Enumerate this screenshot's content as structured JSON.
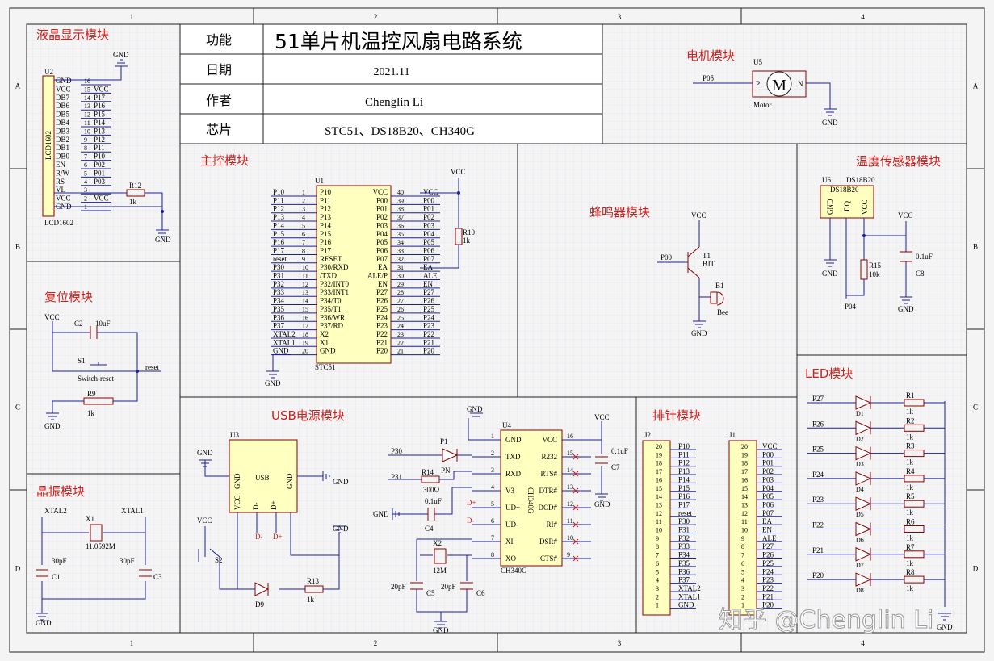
{
  "border": {
    "columns": [
      "1",
      "2",
      "3",
      "4"
    ],
    "rows": [
      "A",
      "B",
      "C",
      "D"
    ]
  },
  "title_block": {
    "labels": [
      "功能",
      "日期",
      "作者",
      "芯片"
    ],
    "title": "51单片机温控风扇电路系统",
    "date": "2021.11",
    "author": "Chenglin Li",
    "chips": "STC51、DS18B20、CH340G"
  },
  "modules": {
    "lcd": "液晶显示模块",
    "main": "主控模块",
    "reset": "复位模块",
    "crystal": "晶振模块",
    "usb": "USB电源模块",
    "motor": "电机模块",
    "buzzer": "蜂鸣器模块",
    "temp": "温度传感器模块",
    "led": "LED模块",
    "header": "排针模块"
  },
  "lcd": {
    "ref": "U2",
    "name": "LCD1602",
    "footer": "LCD1602",
    "pins": [
      "GND",
      "VCC",
      "DB7",
      "DB6",
      "DB5",
      "DB4",
      "DB3",
      "DB2",
      "DB1",
      "DB0",
      "EN",
      "R/W",
      "RS",
      "VL",
      "VCC",
      "GND"
    ],
    "pin_nums": [
      "16",
      "15",
      "14",
      "13",
      "12",
      "11",
      "10",
      "9",
      "8",
      "7",
      "6",
      "5",
      "4",
      "3",
      "2",
      "1"
    ],
    "nets": [
      "",
      "VCC",
      "P17",
      "P16",
      "P15",
      "P14",
      "P13",
      "P12",
      "P11",
      "P10",
      "P02",
      "P01",
      "P03",
      "",
      "VCC",
      ""
    ],
    "r_ref": "R12",
    "r_val": "1k",
    "gnd": "GND"
  },
  "mcu": {
    "ref": "U1",
    "name": "STC51",
    "left_nets": [
      "P10",
      "P11",
      "P12",
      "P13",
      "P14",
      "P15",
      "P16",
      "P17",
      "reset",
      "P30",
      "P31",
      "P32",
      "P33",
      "P34",
      "P35",
      "P36",
      "P37",
      "XTAL2",
      "XTAL1",
      "GND"
    ],
    "left_pins": [
      "P10",
      "P11",
      "P12",
      "P13",
      "P14",
      "P15",
      "P16",
      "P17",
      "RESET",
      "P30/RXD",
      "/TXD",
      "P32/INT0",
      "P33/INT1",
      "P34/T0",
      "P35/T1",
      "P36/WR",
      "P37/RD",
      "X2",
      "X1",
      "GND"
    ],
    "left_nums": [
      "1",
      "2",
      "3",
      "4",
      "5",
      "6",
      "7",
      "8",
      "9",
      "10",
      "11",
      "12",
      "13",
      "14",
      "15",
      "16",
      "17",
      "18",
      "19",
      "20"
    ],
    "right_pins": [
      "VCC",
      "P00",
      "P01",
      "P02",
      "P03",
      "P04",
      "P05",
      "P06",
      "P07",
      "EA",
      "ALE/P",
      "EN",
      "P27",
      "P26",
      "P25",
      "P24",
      "P23",
      "P22",
      "P21",
      "P20"
    ],
    "right_nums": [
      "40",
      "39",
      "38",
      "37",
      "36",
      "35",
      "34",
      "33",
      "32",
      "31",
      "30",
      "29",
      "28",
      "27",
      "26",
      "25",
      "24",
      "23",
      "22",
      "21"
    ],
    "right_nets": [
      "VCC",
      "P00",
      "P01",
      "P02",
      "P03",
      "P04",
      "P05",
      "P06",
      "P07",
      "EA",
      "ALE",
      "EN",
      "P27",
      "P26",
      "P25",
      "P24",
      "P23",
      "P22",
      "P21",
      "P20"
    ],
    "r_ref": "R10",
    "r_val": "1k",
    "vcc": "VCC",
    "gnd": "GND"
  },
  "reset": {
    "vcc": "VCC",
    "c_ref": "C2",
    "c_val": "10uF",
    "sw_ref": "S1",
    "sw_name": "Switch-reset",
    "net": "reset",
    "r_ref": "R9",
    "r_val": "1k",
    "gnd": "GND"
  },
  "crystal": {
    "xtal2": "XTAL2",
    "xtal1": "XTAL1",
    "x_ref": "X1",
    "x_val": "11.0592M",
    "c1_val": "30pF",
    "c1_ref": "C1",
    "c3_val": "30pF",
    "c3_ref": "C3",
    "gnd": "GND"
  },
  "motor": {
    "ref": "U5",
    "net": "P05",
    "label": "M",
    "name": "Motor",
    "p": "P",
    "n": "N",
    "gnd": "GND"
  },
  "buzzer": {
    "vcc": "VCC",
    "net": "P00",
    "t_ref": "T1",
    "t_name": "BJT",
    "b_ref": "B1",
    "b_name": "Bee",
    "gnd": "GND"
  },
  "temp": {
    "ref": "U6",
    "name": "DS18B20",
    "inner": "DS18B20",
    "pins": [
      "GND",
      "DQ",
      "VCC"
    ],
    "r_ref": "R15",
    "r_val": "10k",
    "c_ref": "C8",
    "c_val": "0.1uF",
    "net": "P04",
    "vcc": "VCC",
    "gnd": "GND"
  },
  "usb": {
    "ref": "U3",
    "name": "USB",
    "pins": [
      "VCC",
      "GND",
      "D-",
      "D+",
      "GND"
    ],
    "gnd": "GND",
    "vcc": "VCC",
    "s_ref": "S2",
    "d_ref": "D9",
    "r_ref": "R13",
    "r_val": "1k",
    "dm": "D-",
    "dp": "D+"
  },
  "ch340": {
    "ref": "U4",
    "name": "CH340G",
    "side_name": "CH340G",
    "left_pins": [
      "GND",
      "TXD",
      "RXD",
      "V3",
      "UD+",
      "UD-",
      "XI",
      "XO"
    ],
    "left_nums": [
      "1",
      "2",
      "3",
      "4",
      "5",
      "6",
      "7",
      "8"
    ],
    "right_pins": [
      "VCC",
      "R232",
      "RTS#",
      "DTR#",
      "DCD#",
      "RI#",
      "DSR#",
      "CTS#"
    ],
    "right_nums": [
      "16",
      "15",
      "14",
      "13",
      "12",
      "11",
      "10",
      "9"
    ],
    "p30": "P30",
    "p31": "P31",
    "p1_ref": "P1",
    "r14_ref": "R14",
    "r14_val": "300Ω",
    "pn": "PN",
    "c4_ref": "C4",
    "c4_val": "0.1uF",
    "x2_ref": "X2",
    "x2_val": "12M",
    "c5_val": "20pF",
    "c5_ref": "C5",
    "c6_val": "20pF",
    "c6_ref": "C6",
    "c7_ref": "C7",
    "c7_val": "0.1uF",
    "dp": "D+",
    "dm": "D-",
    "gnd": "GND",
    "vcc": "VCC"
  },
  "headers": {
    "j2_ref": "J2",
    "j1_ref": "J1",
    "nums": [
      "20",
      "19",
      "18",
      "17",
      "16",
      "15",
      "14",
      "13",
      "12",
      "11",
      "10",
      "9",
      "8",
      "7",
      "6",
      "5",
      "4",
      "3",
      "2",
      "1"
    ],
    "j2_nets": [
      "P10",
      "P11",
      "P12",
      "P13",
      "P14",
      "P15",
      "P16",
      "P17",
      "reset",
      "P30",
      "P31",
      "P32",
      "P33",
      "P34",
      "P35",
      "P36",
      "P37",
      "XTAL2",
      "XTAL1",
      "GND"
    ],
    "j1_nets": [
      "VCC",
      "P00",
      "P01",
      "P02",
      "P03",
      "P04",
      "P05",
      "P06",
      "P07",
      "EA",
      "EN",
      "ALE",
      "P27",
      "P26",
      "P25",
      "P24",
      "P23",
      "P22",
      "P21",
      "P20"
    ]
  },
  "leds": {
    "nets": [
      "P27",
      "P26",
      "P25",
      "P24",
      "P23",
      "P22",
      "P21",
      "P20"
    ],
    "r_refs": [
      "R1",
      "R2",
      "R3",
      "R4",
      "R5",
      "R6",
      "R7",
      "R8"
    ],
    "d_refs": [
      "D1",
      "D2",
      "D3",
      "D4",
      "D5",
      "D6",
      "D7",
      "D8"
    ],
    "r_val": "1k",
    "gnd": "GND"
  },
  "watermark": "知乎 @Chenglin Li",
  "colors": {
    "module_title": "#d0201c",
    "wire": "#1a1f9a",
    "part": "#8b0000",
    "grid": "#d8d8ec",
    "body": "#ffffc0"
  }
}
